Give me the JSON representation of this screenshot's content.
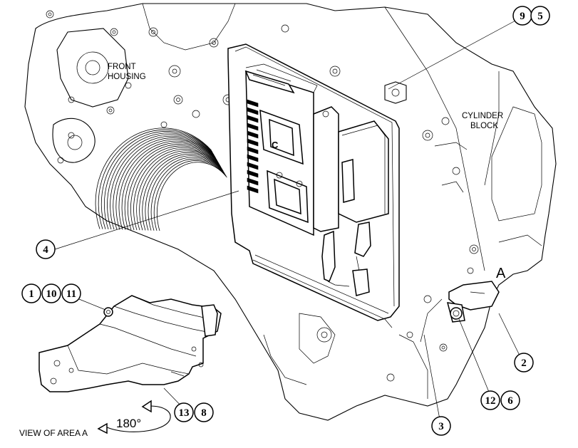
{
  "labels": {
    "front_housing_line1": "FRONT",
    "front_housing_line2": "HOUSING",
    "cylinder_block_line1": "CYLINDER",
    "cylinder_block_line2": "BLOCK",
    "area_letter": "A",
    "view_of_area": "VIEW OF AREA A",
    "rotation": "180°"
  },
  "callouts": {
    "c9": "9",
    "c5": "5",
    "c4": "4",
    "c1": "1",
    "c10": "10",
    "c11": "11",
    "c13": "13",
    "c8": "8",
    "c2": "2",
    "c12": "12",
    "c6": "6",
    "c3": "3"
  },
  "ecm_letter": "C"
}
